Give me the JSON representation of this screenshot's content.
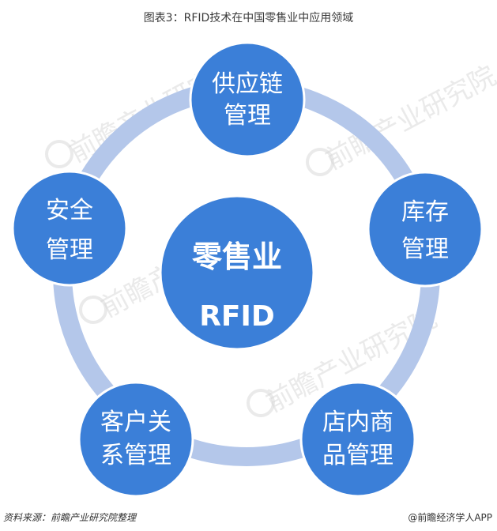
{
  "title": "图表3：RFID技术在中国零售业中应用领域",
  "center": {
    "line1": "零售业",
    "line2": "RFID"
  },
  "nodes": [
    {
      "id": "supply-chain",
      "lines": [
        "供应链",
        "管理"
      ]
    },
    {
      "id": "inventory",
      "lines": [
        "库存",
        "管理"
      ]
    },
    {
      "id": "store-goods",
      "lines": [
        "店内商",
        "品管理"
      ]
    },
    {
      "id": "customer",
      "lines": [
        "客户关",
        "系管理"
      ]
    },
    {
      "id": "security",
      "lines": [
        "安全",
        "管理"
      ]
    }
  ],
  "watermark_text": "前瞻产业研究院",
  "source": "资料来源：前瞻产业研究院整理",
  "brand": "@前瞻经济学人APP",
  "colors": {
    "node_fill": "#3b7fd8",
    "node_stroke": "#ffffff",
    "ring": "#b4c7ea",
    "text": "#ffffff"
  }
}
